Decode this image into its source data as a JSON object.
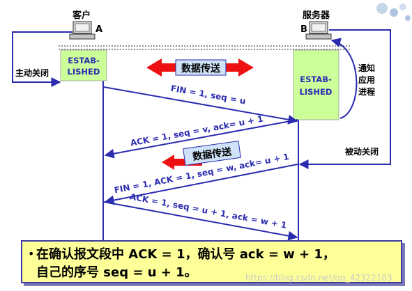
{
  "client": {
    "title": "客户",
    "host": "A",
    "state": "ESTAB-\nLISHED"
  },
  "server": {
    "title": "服务器",
    "host": "B",
    "state": "ESTAB-\nLISHED"
  },
  "labels": {
    "active_close": "主动关闭",
    "notify_app": [
      "通知",
      "应用",
      "进程"
    ],
    "passive_close": "被动关闭",
    "data_transfer": "数据传送"
  },
  "messages": [
    {
      "text": "FIN = 1, seq = u"
    },
    {
      "text": "ACK = 1, seq = v, ack= u + 1"
    },
    {
      "text": "FIN = 1, ACK = 1, seq = w, ack= u + 1"
    },
    {
      "text": "ACK = 1, seq = u + 1, ack = w + 1"
    }
  ],
  "caption": {
    "bullet": "•",
    "line1": "在确认报文段中 ACK = 1，确认号 ack = w + 1，",
    "line2": "自己的序号 seq = u + 1。"
  },
  "watermark": "https://blog.csdn.net/qq_42322103",
  "colors": {
    "arrow": "#2b2bb0",
    "state_box": "#ccff99",
    "data_arrow": "#ee1111",
    "caption_bg": "#ffff99"
  }
}
